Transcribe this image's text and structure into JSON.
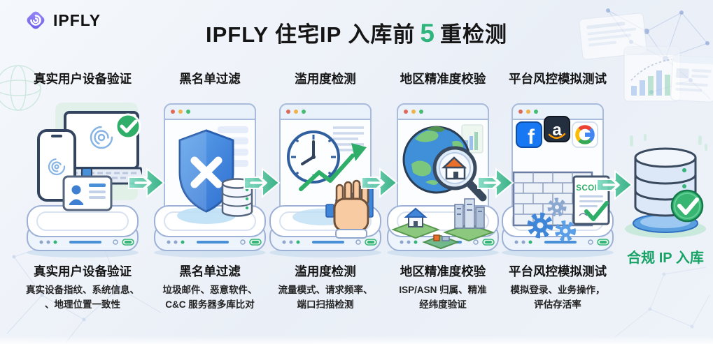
{
  "header": {
    "logo_text": "IPFLY",
    "title_prefix": "IPFLY 住宅IP 入库前",
    "title_number": "5",
    "title_suffix": "重检测"
  },
  "steps": [
    {
      "top_label": "真实用户设备验证",
      "bottom_title": "真实用户设备验证",
      "desc_line1": "真实设备指纹、系统信息、",
      "desc_line2": "、地理位置一致性",
      "icon": "devices-fingerprint-idcard-check"
    },
    {
      "top_label": "黑名单过滤",
      "bottom_title": "黑名单过滤",
      "desc_line1": "垃圾邮件、恶意软件、",
      "desc_line2": "C&C 服务器多库比对",
      "icon": "shield-x-with-database"
    },
    {
      "top_label": "滥用度检测",
      "bottom_title": "滥用度检测",
      "desc_line1": "流量模式、请求频率、",
      "desc_line2": "端口扫描检测",
      "icon": "clock-chart-trend-hand"
    },
    {
      "top_label": "地区精准度校验",
      "bottom_title": "地区精准度校验",
      "desc_line1": "ISP/ASN 归属、精准",
      "desc_line2": "经纬度验证",
      "icon": "globe-magnifier-house"
    },
    {
      "top_label": "平台风控模拟测试",
      "bottom_title": "平台风控模拟测试",
      "desc_line1": "模拟登录、业务操作，",
      "desc_line2": "评估存活率",
      "icon": "platforms-firewall-gears-score"
    }
  ],
  "illustration_labels": {
    "facebook": "f",
    "amazon": "a",
    "google": "G",
    "score": "SCORE"
  },
  "result": {
    "label": "合规 IP 入库",
    "icon": "database-with-green-check"
  },
  "colors": {
    "accent_green": "#2fb57c",
    "arrow_green": "#34b386",
    "shield_blue": "#3f86d9",
    "result_label_green": "#17a266",
    "logo_purple": "#7b68f0"
  }
}
